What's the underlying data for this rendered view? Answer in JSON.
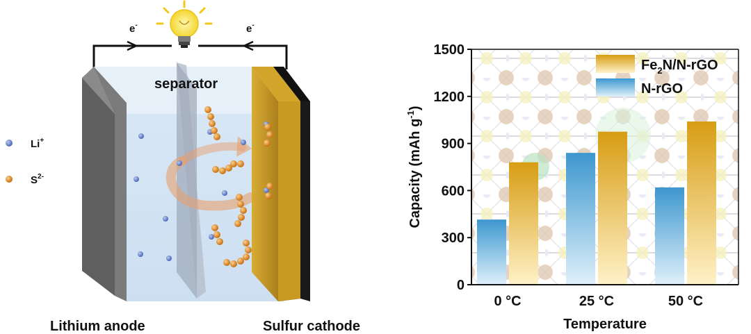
{
  "schematic": {
    "electron_left": "e",
    "electron_right": "e",
    "electron_charge": "-",
    "separator_label": "separator",
    "legend": [
      {
        "label": "Li",
        "charge": "+",
        "color": "#5577cc"
      },
      {
        "label": "S",
        "charge": "2-",
        "color": "#e08a20"
      }
    ],
    "anode_label": "Lithium anode",
    "cathode_label": "Sulfur cathode",
    "colors": {
      "anode": "#6e6e6e",
      "electrolyte": "#d8e8f6",
      "separator": "#a9b4c2",
      "cathode": "#c9961a",
      "current_collector": "#111111",
      "lithium_ion": "#5577cc",
      "sulfur": "#e08a20",
      "bulb": "#fbe96a"
    }
  },
  "chart_data": {
    "type": "bar",
    "categories": [
      "0 °C",
      "25 °C",
      "50 °C"
    ],
    "series": [
      {
        "name": "N-rGO",
        "values": [
          415,
          840,
          620
        ],
        "color": "#4a9fd0"
      },
      {
        "name": "Fe2N/N-rGO",
        "values": [
          780,
          975,
          1040
        ],
        "color": "#e0a820"
      }
    ],
    "legend": [
      {
        "base": "Fe",
        "sub": "2",
        "rest": "N/N-rGO",
        "color": "#e0a820"
      },
      {
        "base": "N-rGO",
        "sub": "",
        "rest": "",
        "color": "#4a9fd0"
      }
    ],
    "ylabel_main": "Capacity (mAh g",
    "ylabel_sup": "-1",
    "ylabel_end": ")",
    "xlabel": "Temperature",
    "ylim": [
      0,
      1500
    ],
    "yticks": [
      0,
      300,
      600,
      900,
      1200,
      1500
    ],
    "legend_position": "top-right",
    "grid": false
  }
}
